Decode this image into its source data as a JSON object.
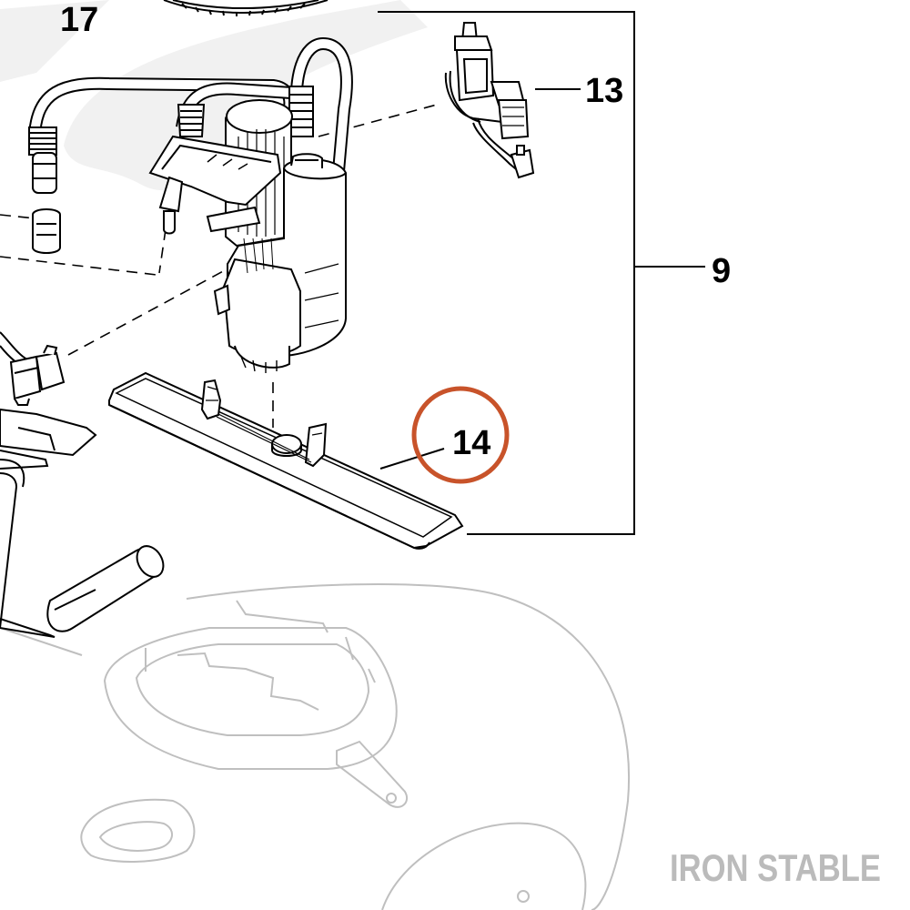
{
  "callouts": {
    "c17": "17",
    "c13": "13",
    "c9": "9",
    "c14": "14"
  },
  "watermark": {
    "text": "IRON STABLE"
  },
  "highlighted_part": "14",
  "colors": {
    "line": "#000000",
    "ghost_line": "#bdbdbd",
    "highlight_ring": "#c8532a",
    "watermark": "#bbbbbb",
    "background_watermark": "#f0f0f0"
  },
  "icons": {
    "fuel-pump-assembly": "fuel-pump-icon",
    "wiring-harness": "connector-harness-icon",
    "pump-base-plate": "base-plate-icon",
    "tank-outline": "fuel-tank-icon"
  }
}
